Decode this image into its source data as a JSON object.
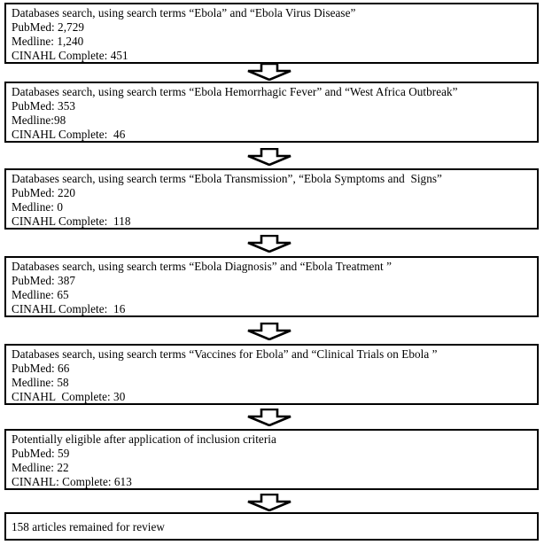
{
  "diagram": {
    "title": "Databases search flow for Ebola literature review",
    "type": "flowchart",
    "orientation": "top-to-bottom",
    "stroke_color": "#000000",
    "fill_color": "#ffffff",
    "connector_icon": "down-arrow-icon",
    "nodes": [
      {
        "id": "search-1",
        "lines": [
          "Databases search, using search terms “Ebola” and “Ebola Virus Disease”",
          "PubMed: 2,729",
          "Medline: 1,240",
          "CINAHL Complete: 451"
        ]
      },
      {
        "id": "search-2",
        "lines": [
          "Databases search, using search terms “Ebola Hemorrhagic Fever” and “West Africa Outbreak”",
          "PubMed: 353",
          "Medline:98",
          "CINAHL Complete:  46"
        ]
      },
      {
        "id": "search-3",
        "lines": [
          "Databases search, using search terms “Ebola Transmission”, “Ebola Symptoms and  Signs”",
          "PubMed: 220",
          "Medline: 0",
          "CINAHL Complete:  118"
        ]
      },
      {
        "id": "search-4",
        "lines": [
          "Databases search, using search terms “Ebola Diagnosis” and “Ebola Treatment ”",
          "PubMed: 387",
          "Medline: 65",
          "CINAHL Complete:  16"
        ]
      },
      {
        "id": "search-5",
        "lines": [
          "Databases search, using search terms “Vaccines for Ebola” and “Clinical Trials on Ebola ”",
          "PubMed: 66",
          "Medline: 58",
          "CINAHL  Complete: 30"
        ]
      },
      {
        "id": "eligible",
        "lines": [
          "Potentially eligible after application of inclusion criteria",
          "PubMed: 59",
          "Medline: 22",
          "CINAHL: Complete: 613"
        ]
      },
      {
        "id": "final",
        "lines": [
          "158 articles remained for review"
        ]
      }
    ]
  }
}
